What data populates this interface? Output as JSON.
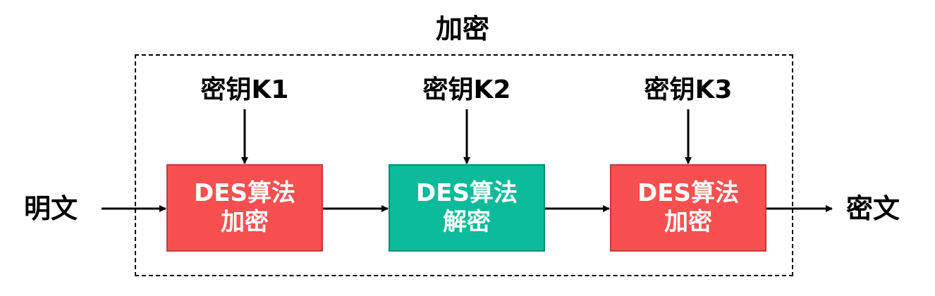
{
  "title": "加密",
  "input_label": "明文",
  "output_label": "密文",
  "keys": [
    "密钥K1",
    "密钥K2",
    "密钥K3"
  ],
  "blocks": [
    {
      "line1": "DES算法",
      "line2": "加密",
      "color": "#f85050",
      "border": "#b93c3c"
    },
    {
      "line1": "DES算法",
      "line2": "解密",
      "color": "#0bbb99",
      "border": "#0e8a70"
    },
    {
      "line1": "DES算法",
      "line2": "加密",
      "color": "#f85050",
      "border": "#b93c3c"
    }
  ]
}
